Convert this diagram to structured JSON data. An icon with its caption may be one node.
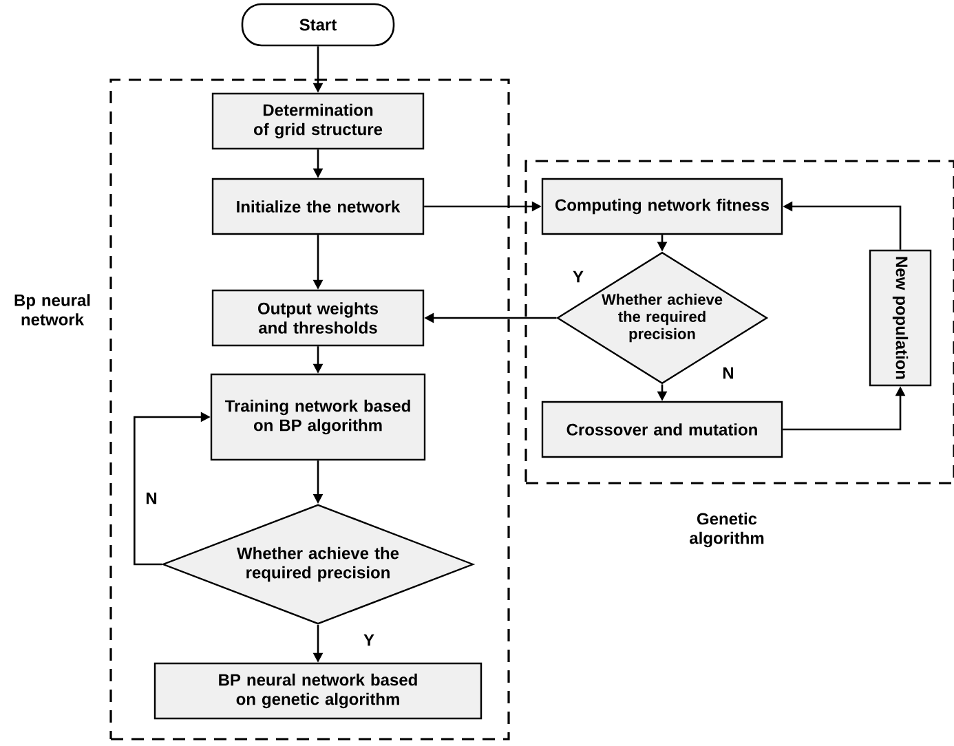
{
  "diagram": {
    "nodes": [
      {
        "text": [
          "Bp neural network"
        ]
      },
      {
        "text": [
          "Genetic algorithm"
        ]
      },
      {
        "text": [
          "Start"
        ]
      },
      {
        "text": [
          "Determination of grid structure"
        ],
        "in": 0
      },
      {
        "text": [
          "Initialize the network"
        ],
        "in": 0
      },
      {
        "text": [
          "Output weights and thresholds"
        ],
        "in": 0
      },
      {
        "text": [
          "Training network based on BP algorithm"
        ],
        "in": 0
      },
      {
        "text": [
          "Whether achieve the required precision"
        ],
        "in": 0
      },
      {
        "text": [
          "BP neural network based on genetic algorithm"
        ],
        "in": 0
      },
      {
        "text": [
          "Computing network fitness"
        ],
        "in": 1
      },
      {
        "text": [
          "Whether achieve the required precision"
        ],
        "in": 1
      },
      {
        "text": [
          "Crossover and mutation"
        ],
        "in": 1
      },
      {
        "text": [
          "New population"
        ],
        "in": 1
      }
    ],
    "edges": [
      {
        "from": 2,
        "to": 3,
        "arrow": "to"
      },
      {
        "from": 3,
        "to": 4,
        "arrow": "to"
      },
      {
        "from": 4,
        "to": 5,
        "arrow": "to"
      },
      {
        "from": 4,
        "to": 9,
        "arrow": "to"
      },
      {
        "from": 5,
        "to": 6,
        "arrow": "to"
      },
      {
        "from": 6,
        "to": 7,
        "arrow": "to"
      },
      {
        "from": 7,
        "to": 6,
        "arrow": "to",
        "label": "N"
      },
      {
        "from": 7,
        "to": 8,
        "arrow": "to",
        "label": "Y"
      },
      {
        "from": 9,
        "to": 10,
        "arrow": "to"
      },
      {
        "from": 10,
        "to": 5,
        "arrow": "to",
        "label": "Y"
      },
      {
        "from": 10,
        "to": 11,
        "arrow": "to",
        "label": "N"
      },
      {
        "from": 11,
        "to": 12,
        "arrow": "to"
      },
      {
        "from": 12,
        "to": 9,
        "arrow": "to"
      }
    ]
  }
}
